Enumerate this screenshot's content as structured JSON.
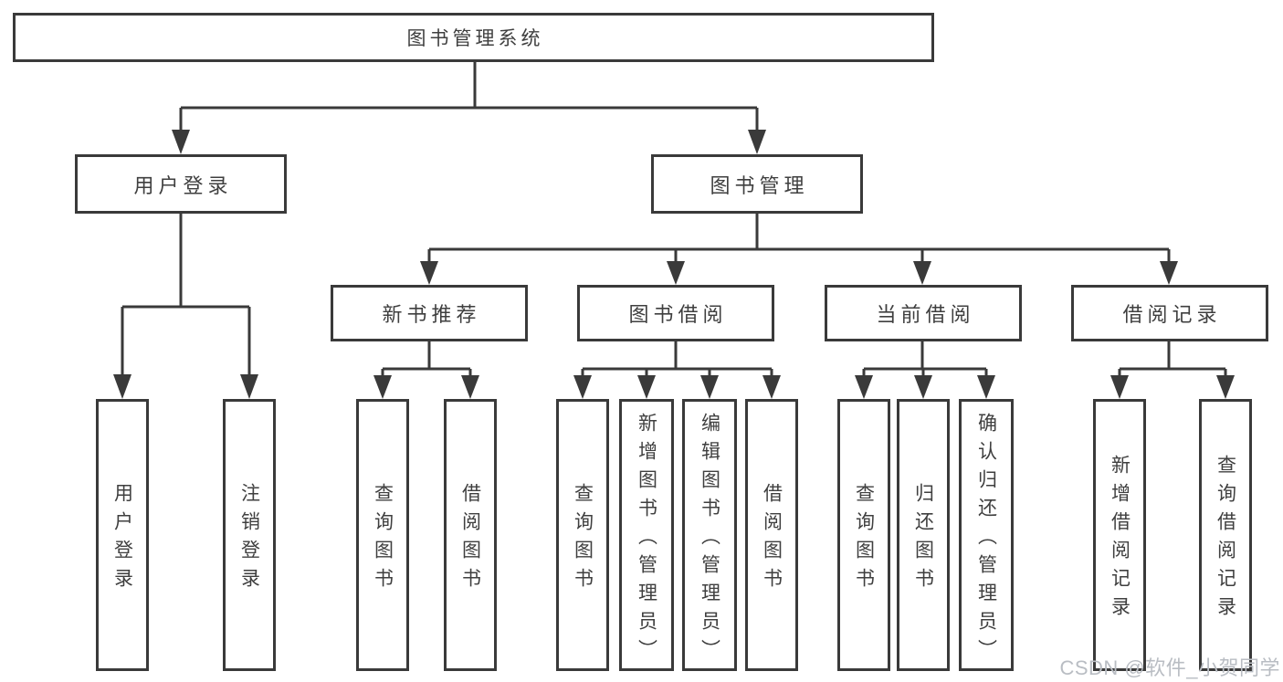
{
  "diagram": {
    "root": {
      "label": "图书管理系统"
    },
    "branches": [
      {
        "label": "用户登录",
        "children": [
          {
            "label": "用户登录"
          },
          {
            "label": "注销登录"
          }
        ]
      },
      {
        "label": "图书管理",
        "children": [
          {
            "label": "新书推荐",
            "children": [
              {
                "label": "查询图书"
              },
              {
                "label": "借阅图书"
              }
            ]
          },
          {
            "label": "图书借阅",
            "children": [
              {
                "label": "查询图书"
              },
              {
                "label": "新增图书（管理员）"
              },
              {
                "label": "编辑图书（管理员）"
              },
              {
                "label": "借阅图书"
              }
            ]
          },
          {
            "label": "当前借阅",
            "children": [
              {
                "label": "查询图书"
              },
              {
                "label": "归还图书"
              },
              {
                "label": "确认归还（管理员）"
              }
            ]
          },
          {
            "label": "借阅记录",
            "children": [
              {
                "label": "新增借阅记录"
              },
              {
                "label": "查询借阅记录"
              }
            ]
          }
        ]
      }
    ]
  },
  "watermark": {
    "text": "CSDN @软件_小贺同学"
  },
  "colors": {
    "line": "#3a3a3a",
    "text": "#3f3f3f",
    "background": "#ffffff",
    "watermark": "#b9bdc3"
  }
}
